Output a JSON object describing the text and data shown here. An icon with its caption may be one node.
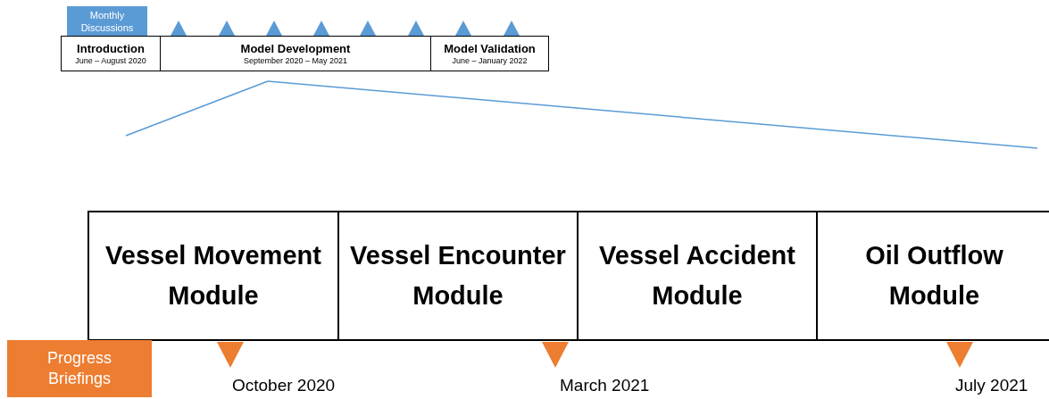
{
  "diagram": {
    "nodes": [
      {
        "text": [
          "Monthly Discussions"
        ]
      },
      {
        "text": [
          "Introduction",
          "June – August 2020"
        ]
      },
      {
        "text": [
          "Model Development",
          "September 2020 – May 2021"
        ]
      },
      {
        "text": [
          "Model Validation",
          "June – January 2022"
        ]
      },
      {
        "text": [
          "Vessel Movement Module"
        ]
      },
      {
        "text": [
          "Vessel Encounter Module"
        ]
      },
      {
        "text": [
          "Vessel Accident Module"
        ]
      },
      {
        "text": [
          "Oil Outflow Module"
        ]
      },
      {
        "text": [
          "Progress Briefings"
        ]
      }
    ],
    "edges": [],
    "labels": [
      "October 2020",
      "March 2021",
      "July 2021"
    ]
  }
}
